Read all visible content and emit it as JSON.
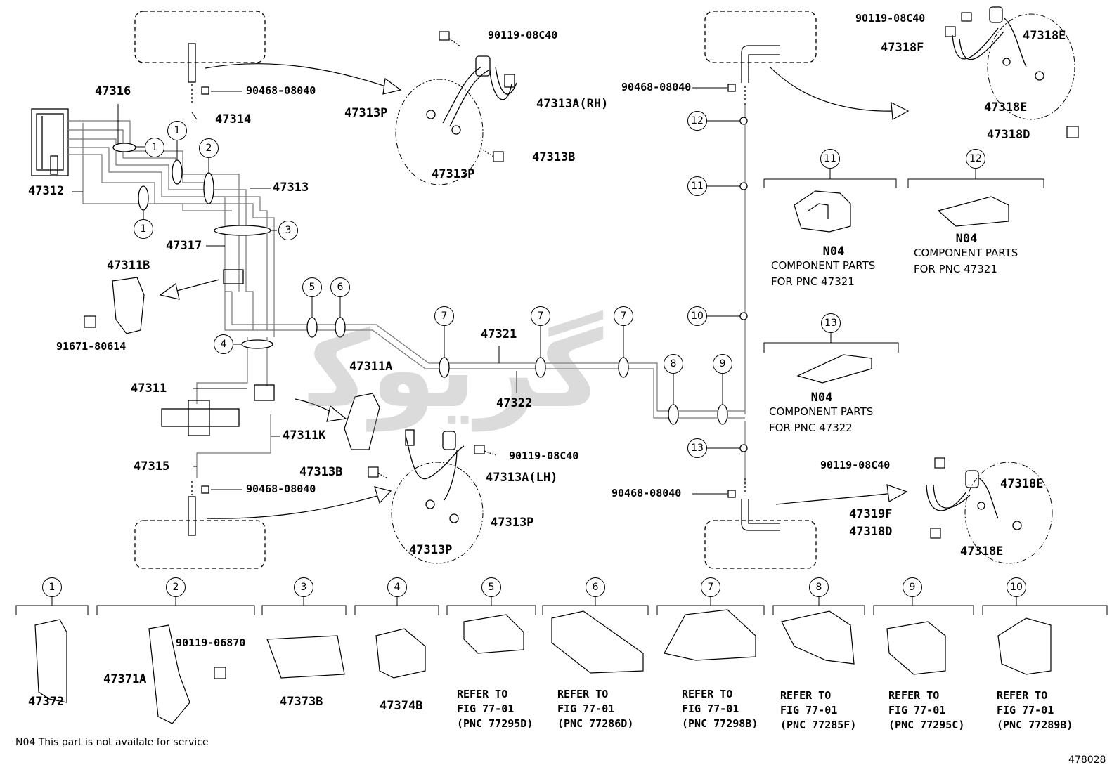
{
  "watermark": "ﮔﺮﻳﻮﮐ",
  "figure_number": "478028",
  "footnote": "N04  This part is not availale for service",
  "part_labels": {
    "p47316": "47316",
    "p47314": "47314",
    "p47312": "47312",
    "p47313": "47313",
    "p47317": "47317",
    "p47311b": "47311B",
    "p91671": "91671-80614",
    "p47311": "47311",
    "p47311k": "47311K",
    "p47315": "47315",
    "p90468_tl": "90468-08040",
    "p90468_bl": "90468-08040",
    "p90119_top": "90119-08C40",
    "p47313p_1": "47313P",
    "p47313a_rh": "47313A(RH)",
    "p47313b_top": "47313B",
    "p47313p_2": "47313P",
    "p47311a": "47311A",
    "p47321": "47321",
    "p47322": "47322",
    "p90119_mid": "90119-08C40",
    "p47313b_bot": "47313B",
    "p47313a_lh": "47313A(LH)",
    "p47313p_3": "47313P",
    "p47313p_4": "47313P",
    "p90468_tr": "90468-08040",
    "p90468_br": "90468-08040",
    "p90119_tr": "90119-08C40",
    "p47318f": "47318F",
    "p47318e_1": "47318E",
    "p47318e_2": "47318E",
    "p47318d_1": "47318D",
    "p90119_br": "90119-08C40",
    "p47319f": "47319F",
    "p47318d_2": "47318D",
    "p47318e_3": "47318E",
    "p47318e_4": "47318E",
    "p47372": "47372",
    "p47371a": "47371A",
    "p90119_06870": "90119-06870",
    "p47373b": "47373B",
    "p47374b": "47374B"
  },
  "callouts": [
    "1",
    "2",
    "3",
    "4",
    "5",
    "6",
    "7",
    "8",
    "9",
    "10",
    "11",
    "12",
    "13"
  ],
  "component_groups": {
    "g11": {
      "code": "N04",
      "line1": "COMPONENT PARTS",
      "line2": "FOR PNC 47321"
    },
    "g12": {
      "code": "N04",
      "line1": "COMPONENT PARTS",
      "line2": "FOR PNC 47321"
    },
    "g13": {
      "code": "N04",
      "line1": "COMPONENT PARTS",
      "line2": "FOR PNC 47322"
    }
  },
  "references": {
    "r5": {
      "line1": "REFER TO",
      "line2": "FIG 77-01",
      "line3": "(PNC 77295D)"
    },
    "r6": {
      "line1": "REFER TO",
      "line2": "FIG 77-01",
      "line3": "(PNC 77286D)"
    },
    "r7": {
      "line1": "REFER TO",
      "line2": "FIG 77-01",
      "line3": "(PNC 77298B)"
    },
    "r8": {
      "line1": "REFER TO",
      "line2": "FIG 77-01",
      "line3": "(PNC 77285F)"
    },
    "r9": {
      "line1": "REFER TO",
      "line2": "FIG 77-01",
      "line3": "(PNC 77295C)"
    },
    "r10": {
      "line1": "REFER TO",
      "line2": "FIG 77-01",
      "line3": "(PNC 77289B)"
    }
  },
  "icons": {
    "arrow": "flow-arrow",
    "clamp": "clamp-icon",
    "bolt": "bolt-icon",
    "hose": "brake-hose-icon"
  }
}
